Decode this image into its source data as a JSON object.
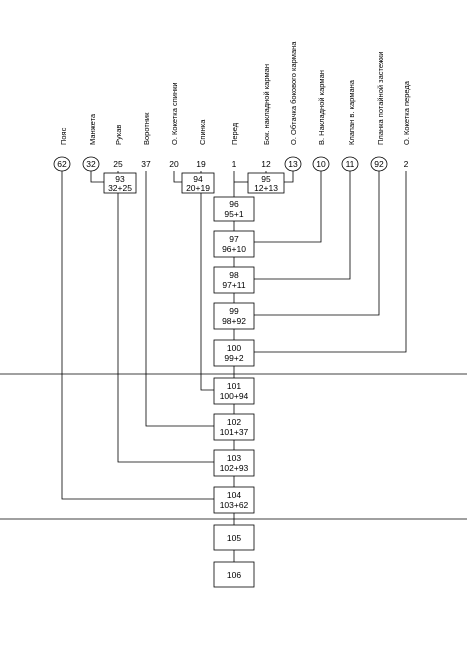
{
  "parts": [
    {
      "id": "p62",
      "label": "Пояс",
      "number": "62",
      "circled": true
    },
    {
      "id": "p32",
      "label": "Манжета",
      "number": "32",
      "circled": true
    },
    {
      "id": "p25",
      "label": "Рукав",
      "number": "25",
      "circled": false
    },
    {
      "id": "p37",
      "label": "Воротник",
      "number": "37",
      "circled": false
    },
    {
      "id": "p20",
      "label": "О. Кокетка спинки",
      "number": "20",
      "circled": false
    },
    {
      "id": "p19",
      "label": "Спинка",
      "number": "19",
      "circled": false
    },
    {
      "id": "p1",
      "label": "Перед",
      "number": "1",
      "circled": false
    },
    {
      "id": "p12",
      "label": "Бок. накладной карман",
      "number": "12",
      "circled": false
    },
    {
      "id": "p13",
      "label": "О. Обтачка  бокового кармана",
      "number": "13",
      "circled": true
    },
    {
      "id": "p10",
      "label": "В. Накладной карман",
      "number": "10",
      "circled": true
    },
    {
      "id": "p11",
      "label": "Клапан в. кармана",
      "number": "11",
      "circled": true
    },
    {
      "id": "p92",
      "label": "Планка потайной застежки",
      "number": "92",
      "circled": true
    },
    {
      "id": "p2",
      "label": "О. Кокетка переда",
      "number": "2",
      "circled": false
    }
  ],
  "boxes": [
    {
      "id": "b93",
      "top": "93",
      "bottom": "32+25"
    },
    {
      "id": "b94",
      "top": "94",
      "bottom": "20+19"
    },
    {
      "id": "b95",
      "top": "95",
      "bottom": "12+13"
    },
    {
      "id": "b96",
      "top": "96",
      "bottom": "95+1"
    },
    {
      "id": "b97",
      "top": "97",
      "bottom": "96+10"
    },
    {
      "id": "b98",
      "top": "98",
      "bottom": "97+11"
    },
    {
      "id": "b99",
      "top": "99",
      "bottom": "98+92"
    },
    {
      "id": "b100",
      "top": "100",
      "bottom": "99+2"
    },
    {
      "id": "b101",
      "top": "101",
      "bottom": "100+94"
    },
    {
      "id": "b102",
      "top": "102",
      "bottom": "101+37"
    },
    {
      "id": "b103",
      "top": "103",
      "bottom": "102+93"
    },
    {
      "id": "b104",
      "top": "104",
      "bottom": "103+62"
    },
    {
      "id": "b105",
      "top": "105",
      "bottom": ""
    },
    {
      "id": "b106",
      "top": "106",
      "bottom": ""
    }
  ]
}
